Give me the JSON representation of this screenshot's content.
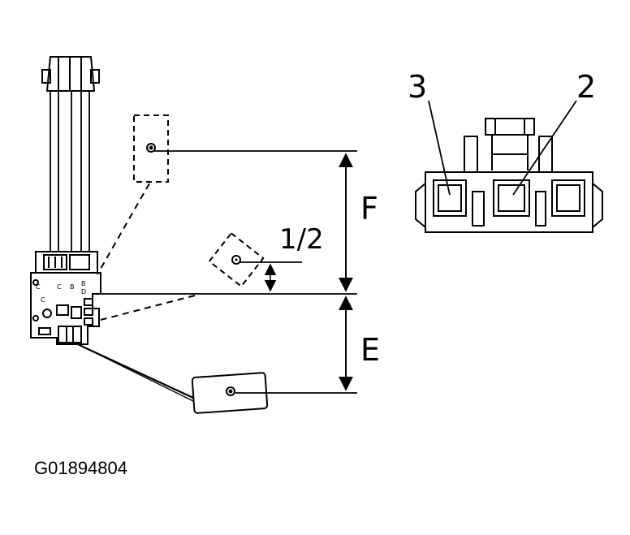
{
  "labels": {
    "F": "F",
    "E": "E",
    "half": "1/2",
    "terminal_3": "3",
    "terminal_2": "2",
    "figure_code": "G01894804"
  },
  "sender_markings": [
    "C",
    "C",
    "B",
    "B",
    "D",
    "C"
  ],
  "colors": {
    "ink": "#000000",
    "background": "#ffffff"
  }
}
